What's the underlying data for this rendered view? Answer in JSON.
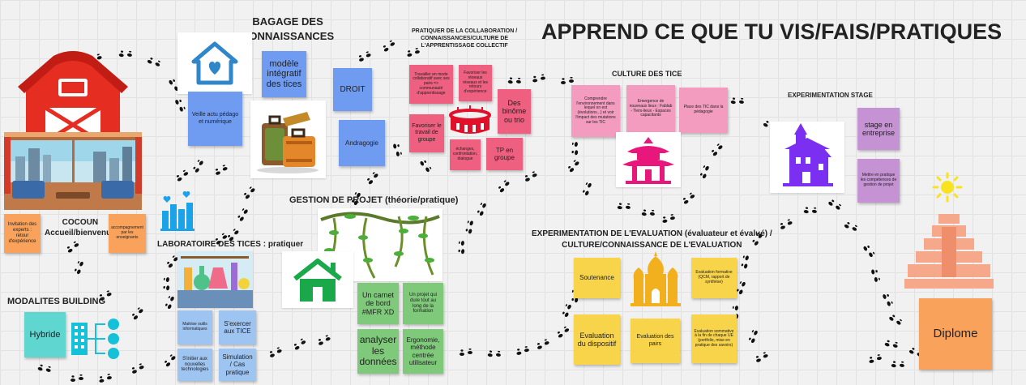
{
  "board": {
    "title": "APPREND CE QUE TU VIS/FAIS/PRATIQUES",
    "colors": {
      "background": "#f1f1f1",
      "footprint": "#111111"
    }
  },
  "sections": {
    "bagage": "BAGAGE DES\nCONNAISSANCES",
    "collaboration": "PRATIQUER DE LA COLLABORATION /\nCONNAISSANCES/CULTURE DE\nL'APPRENTISSAGE COLLECTIF",
    "culture_tice": "CULTURE DES TICE",
    "experimentation_stage": "EXPERIMENTATION STAGE",
    "cocoun": "COCOUN\nAccueil/bienvenue",
    "laboratoire": "LABORATOIRE DES TICES : pratiquer",
    "gestion_projet": "GESTION DE PROJET (théorie/pratique)",
    "evaluation": "EXPERIMENTATION DE L'EVALUATION (évaluateur et évalué) /\nCULTURE/CONNAISSANCE DE L'EVALUATION",
    "modalites": "MODALITES BUILDING"
  },
  "notes": {
    "modele": "modèle intégratif des tices",
    "veille": "Veille actu pédago et numérique",
    "droit": "DROIT",
    "andragogie": "Andragogie",
    "travailler": "Travailler en mode collaboratif avec ses pairs => communauté d'apprentissage",
    "favoriser_reseaux": "Favoriser les réseaux réseaux et les retours d'expérience",
    "binome": "Des binôme ou trio",
    "favoriser_travail": "Favoriser le travail de groupe",
    "echanges": "échanges, confrontation, dialogue",
    "tp_groupe": "TP en groupe",
    "comprendre": "Comprendre l'environnement dans lequel on est (évolutions...) et voir l'impact des mutations sur les TIC",
    "emergence": "Emergence de nouveaux lieux : Fablab - Tiers-lieux - Espaces capacitants",
    "place_tic": "Place des TIC dans la pédagogie",
    "stage_entreprise": "stage en entreprise",
    "mettre_pratique": "Mettre en pratique les compétences de gestion de projet",
    "invitation": "Invitation des experts : retour d'expérience",
    "accompagnement": "accompagnement par les enseignants",
    "maitrise": "Maitrise outils informatiques",
    "exercer": "S'exercer aux TICE",
    "initier": "S'initier aux nouvelles technologies",
    "simulation": "Simulation / Cas pratique",
    "carnet": "Un carnet de bord #MFR XD",
    "projet_long": "Un projet qui dure tout au long de la formation",
    "analyser": "analyser les données",
    "ergonomie": "Ergonomie, méthode centrée utilisateur",
    "soutenance": "Soutenance",
    "eval_formative": "Evaluation formative (QCM, rapport de synthèse)",
    "eval_dispositif": "Evaluation du dispositif",
    "eval_pairs": "Evaluation des pairs",
    "eval_sommative": "Evaluation sommative à la fin de chaque UE (portfolio, mise en pratique des savoirs)",
    "hybride": "Hybride",
    "diplome": "Diplome"
  },
  "images": {
    "barn": "barn-icon",
    "living_room": "living-room-illustration",
    "house": "house-heart-icon",
    "suitcases": "suitcases-illustration",
    "stadium": "stadium-icon",
    "pagoda": "pagoda-icon",
    "haunted_house": "haunted-house-icon",
    "sun": "sun-icon",
    "pyramid": "pyramid-icon",
    "city_likes": "city-likes-icon",
    "laboratory": "laboratory-illustration",
    "vines": "jungle-vines-illustration",
    "green_house": "green-house-icon",
    "palace": "palace-icon",
    "network": "building-network-icon"
  }
}
